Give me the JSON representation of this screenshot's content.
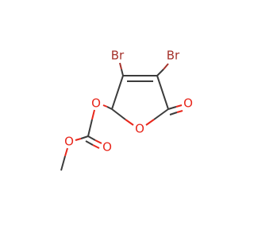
{
  "molecule": {
    "colors": {
      "carbon_bond": "#3c3c3c",
      "oxygen": "#e8271c",
      "bromine": "#a5322b",
      "background": "#ffffff"
    },
    "atoms": {
      "br_left": "Br",
      "br_right": "Br",
      "o_carbonyl_ring": "O",
      "o_ring": "O",
      "o_ester_link": "O",
      "o_carbonate_carbonyl": "O",
      "o_methoxy": "O"
    }
  }
}
